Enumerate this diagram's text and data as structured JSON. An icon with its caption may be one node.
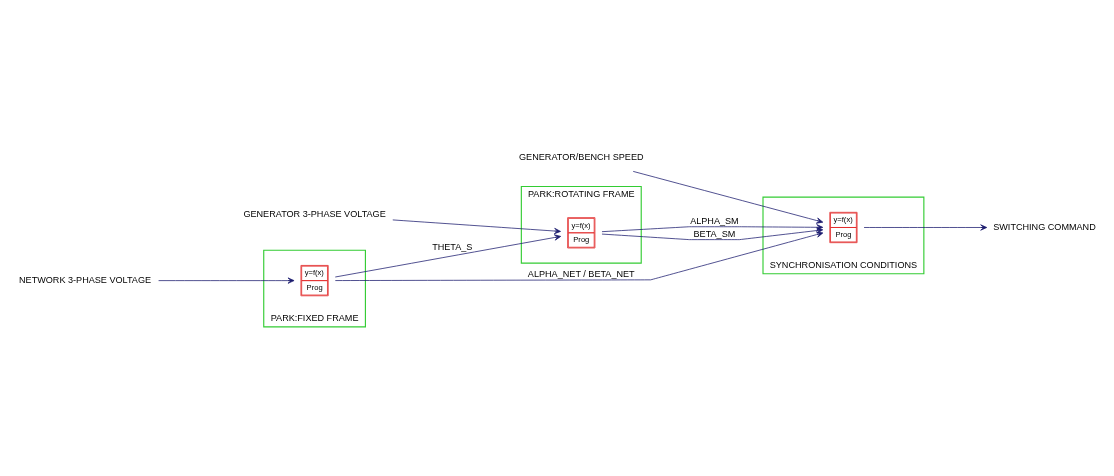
{
  "diagram": {
    "nodes": [
      {
        "text": [
          "GENERATOR/BENCH SPEED"
        ]
      },
      {
        "text": [
          "NETWORK 3-PHASE VOLTAGE"
        ]
      },
      {
        "text": [
          "PARK:FIXED FRAME"
        ]
      },
      {
        "text": [
          "y=f(x)",
          "Prog"
        ],
        "in": 2
      },
      {
        "text": [
          "PARK:ROTATING FRAME"
        ]
      },
      {
        "text": [
          "y=f(x)",
          "Prog"
        ],
        "in": 4
      },
      {
        "text": [
          "SYNCHRONISATION CONDITIONS"
        ]
      },
      {
        "text": [
          "y=f(x)",
          "Prog"
        ],
        "in": 6
      },
      {
        "text": [
          "SWITCHING COMMAND"
        ]
      },
      {
        "text": [
          "GENERATOR 3-PHASE VOLTAGE"
        ]
      }
    ],
    "edges": [
      {
        "from": 1,
        "to": 3,
        "arrow": "to"
      },
      {
        "from": 3,
        "to": 5,
        "arrow": "to",
        "label": "THETA_S"
      },
      {
        "from": 3,
        "to": 7,
        "arrow": "to",
        "label": "ALPHA_NET / BETA_NET"
      },
      {
        "from": 0,
        "to": 7,
        "arrow": "to"
      },
      {
        "from": 5,
        "to": 7,
        "arrow": "to",
        "label": "ALPHA_SM"
      },
      {
        "from": 5,
        "to": 7,
        "arrow": "to",
        "label": "BETA_SM"
      },
      {
        "from": 9,
        "to": 5,
        "arrow": "to"
      },
      {
        "from": 7,
        "to": 8,
        "arrow": "to"
      }
    ]
  }
}
